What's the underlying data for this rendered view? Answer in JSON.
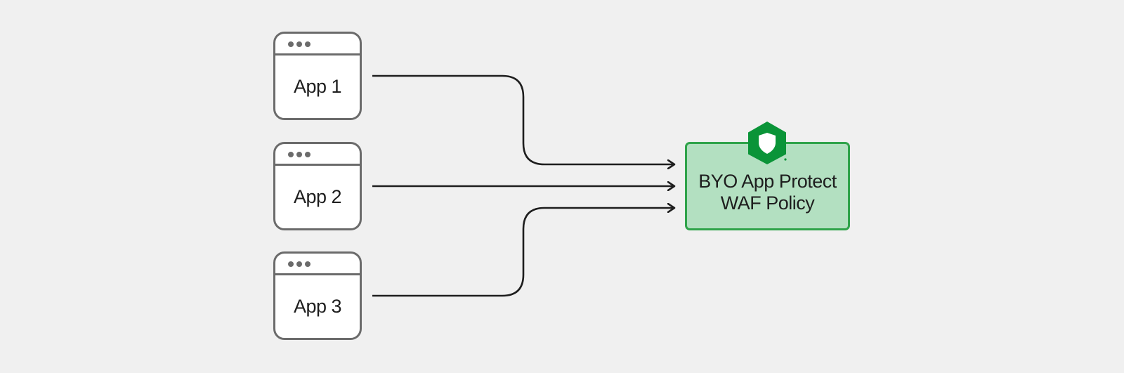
{
  "apps": [
    {
      "label": "App 1"
    },
    {
      "label": "App 2"
    },
    {
      "label": "App 3"
    }
  ],
  "policy": {
    "line1": "BYO App Protect",
    "line2": "WAF Policy",
    "icon": "shield-icon",
    "accent_color": "#0a9438",
    "fill_color": "#b3e0c1"
  },
  "colors": {
    "background": "#f0f0f0",
    "app_border": "#6b6b6b",
    "connector": "#1e1e1e"
  }
}
